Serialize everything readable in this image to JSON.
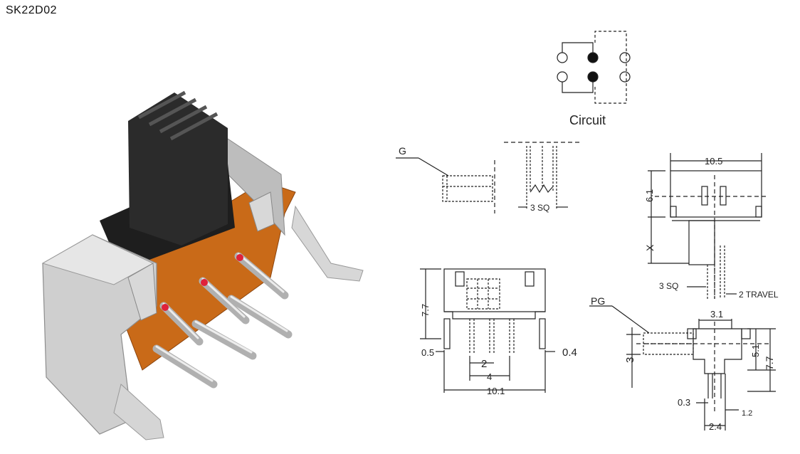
{
  "title": "SK22D02",
  "labels": {
    "circuit": "Circuit",
    "g": "G",
    "pg": "PG",
    "sq_side": "3 SQ",
    "sq_top": "3 SQ",
    "travel": "2 TRAVEL",
    "x": "X"
  },
  "dimensions": {
    "top_width": "10.5",
    "top_height": "6.1",
    "front_height": "7.7",
    "front_left_pin": "0.5",
    "front_right_pin": "0.4",
    "front_pitch": "2",
    "front_span": "4",
    "front_width": "10.1",
    "side_top": "3.1",
    "side_height_a": "5.1",
    "side_height_b": "7.7",
    "side_left": "3",
    "side_pin_w": "0.3",
    "side_pin_gap": "1.2",
    "side_bottom": "2.4"
  },
  "colors": {
    "line": "#222222",
    "photo_metal": "#c9c9c9",
    "photo_board": "#c96a18",
    "photo_knob": "#2a2a2a"
  }
}
